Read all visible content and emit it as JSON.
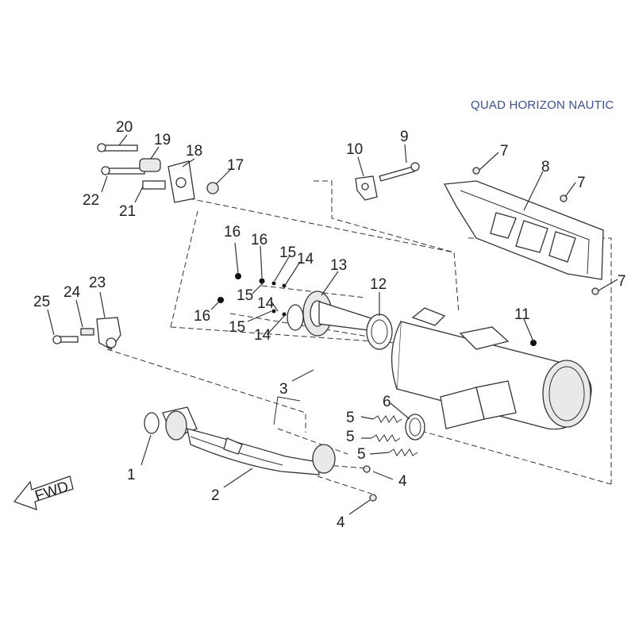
{
  "watermark": "QUAD HORIZON NAUTIC",
  "fwd_label": "FWD",
  "callouts": [
    {
      "id": "c1",
      "label": "1"
    },
    {
      "id": "c2",
      "label": "2"
    },
    {
      "id": "c3",
      "label": "3"
    },
    {
      "id": "c4a",
      "label": "4"
    },
    {
      "id": "c4b",
      "label": "4"
    },
    {
      "id": "c5a",
      "label": "5"
    },
    {
      "id": "c5b",
      "label": "5"
    },
    {
      "id": "c5c",
      "label": "5"
    },
    {
      "id": "c6",
      "label": "6"
    },
    {
      "id": "c7a",
      "label": "7"
    },
    {
      "id": "c7b",
      "label": "7"
    },
    {
      "id": "c7c",
      "label": "7"
    },
    {
      "id": "c8",
      "label": "8"
    },
    {
      "id": "c9",
      "label": "9"
    },
    {
      "id": "c10",
      "label": "10"
    },
    {
      "id": "c11",
      "label": "11"
    },
    {
      "id": "c12",
      "label": "12"
    },
    {
      "id": "c13",
      "label": "13"
    },
    {
      "id": "c14a",
      "label": "14"
    },
    {
      "id": "c14b",
      "label": "14"
    },
    {
      "id": "c14c",
      "label": "14"
    },
    {
      "id": "c15a",
      "label": "15"
    },
    {
      "id": "c15b",
      "label": "15"
    },
    {
      "id": "c15c",
      "label": "15"
    },
    {
      "id": "c16a",
      "label": "16"
    },
    {
      "id": "c16b",
      "label": "16"
    },
    {
      "id": "c16c",
      "label": "16"
    },
    {
      "id": "c17",
      "label": "17"
    },
    {
      "id": "c18",
      "label": "18"
    },
    {
      "id": "c19",
      "label": "19"
    },
    {
      "id": "c20",
      "label": "20"
    },
    {
      "id": "c21",
      "label": "21"
    },
    {
      "id": "c22",
      "label": "22"
    },
    {
      "id": "c23",
      "label": "23"
    },
    {
      "id": "c24",
      "label": "24"
    },
    {
      "id": "c25",
      "label": "25"
    }
  ]
}
